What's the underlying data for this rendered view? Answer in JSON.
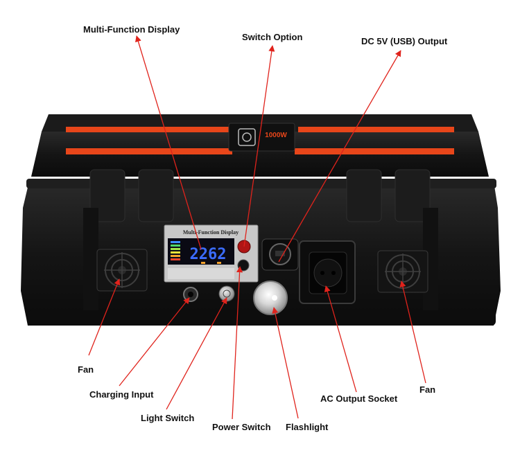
{
  "device": {
    "panel_title": "Multi-Function Display",
    "lcd_reading": "2262",
    "brand_text": "1000W"
  },
  "callouts": [
    {
      "id": "multi-function-display",
      "text": "Multi-Function Display"
    },
    {
      "id": "switch-option",
      "text": "Switch Option"
    },
    {
      "id": "dc-usb-output",
      "text": "DC 5V (USB) Output"
    },
    {
      "id": "fan-left",
      "text": "Fan"
    },
    {
      "id": "charging-input",
      "text": "Charging Input"
    },
    {
      "id": "light-switch",
      "text": "Light Switch"
    },
    {
      "id": "power-switch",
      "text": "Power Switch"
    },
    {
      "id": "flashlight",
      "text": "Flashlight"
    },
    {
      "id": "ac-output-socket",
      "text": "AC Output Socket"
    },
    {
      "id": "fan-right",
      "text": "Fan"
    }
  ],
  "colors": {
    "callout_line": "#e0231c",
    "case_body": "#151515",
    "accent_stripe": "#e8461a",
    "lcd_digits": "#3b6cff"
  }
}
